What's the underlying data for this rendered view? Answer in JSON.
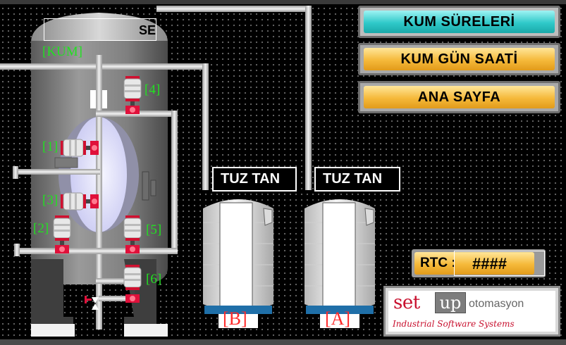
{
  "buttons": {
    "kum_sureleri": "KUM SÜRELERİ",
    "kum_gun_saati": "KUM GÜN SAATİ",
    "ana_sayfa": "ANA SAYFA"
  },
  "filter": {
    "title_label": "[KUM]",
    "top_text": "SE"
  },
  "valves": {
    "v1": "[1]",
    "v2": "[2]",
    "v3": "[3]",
    "v4": "[4]",
    "v5": "[5]",
    "v6": "[6]"
  },
  "tanks": {
    "b": {
      "title": "TUZ TAN",
      "label": "[B]"
    },
    "a": {
      "title": "TUZ TAN",
      "label": "[A]"
    }
  },
  "rtc": {
    "label": "RTC :",
    "value": "####"
  },
  "logo": {
    "set": "set",
    "up": "up",
    "otomasyon": "otomasyon",
    "tagline": "Industrial Software Systems"
  },
  "colors": {
    "valve_label": "#22e022",
    "tank_label": "#ff2a2a",
    "button_cyan": "#2fc9c9",
    "button_yellow": "#f5b93a"
  }
}
